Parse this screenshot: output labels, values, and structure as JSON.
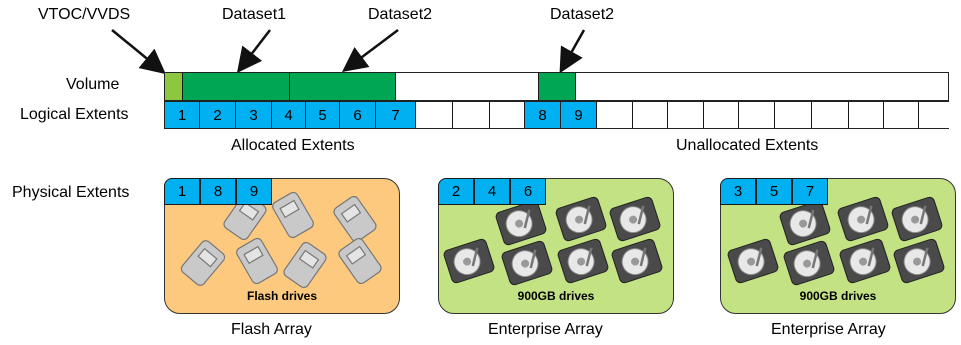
{
  "callouts": {
    "vtoc": "VTOC/VVDS",
    "dataset1": "Dataset1",
    "dataset2_a": "Dataset2",
    "dataset2_b": "Dataset2"
  },
  "rows": {
    "volume": "Volume",
    "logical": "Logical Extents",
    "physical": "Physical Extents"
  },
  "logical_extents": [
    "1",
    "2",
    "3",
    "4",
    "5",
    "6",
    "7",
    "8",
    "9"
  ],
  "section_labels": {
    "allocated": "Allocated Extents",
    "unallocated": "Unallocated Extents"
  },
  "arrays": [
    {
      "extents": [
        "1",
        "8",
        "9"
      ],
      "drives_label": "Flash drives",
      "name": "Flash Array"
    },
    {
      "extents": [
        "2",
        "4",
        "6"
      ],
      "drives_label": "900GB drives",
      "name": "Enterprise Array"
    },
    {
      "extents": [
        "3",
        "5",
        "7"
      ],
      "drives_label": "900GB drives",
      "name": "Enterprise Array"
    }
  ],
  "colors": {
    "vtoc": "#8dc63f",
    "dataset": "#00a651",
    "extent": "#00b0f0",
    "flash_bg": "#fcc97f",
    "enterprise_bg": "#c3e283"
  }
}
